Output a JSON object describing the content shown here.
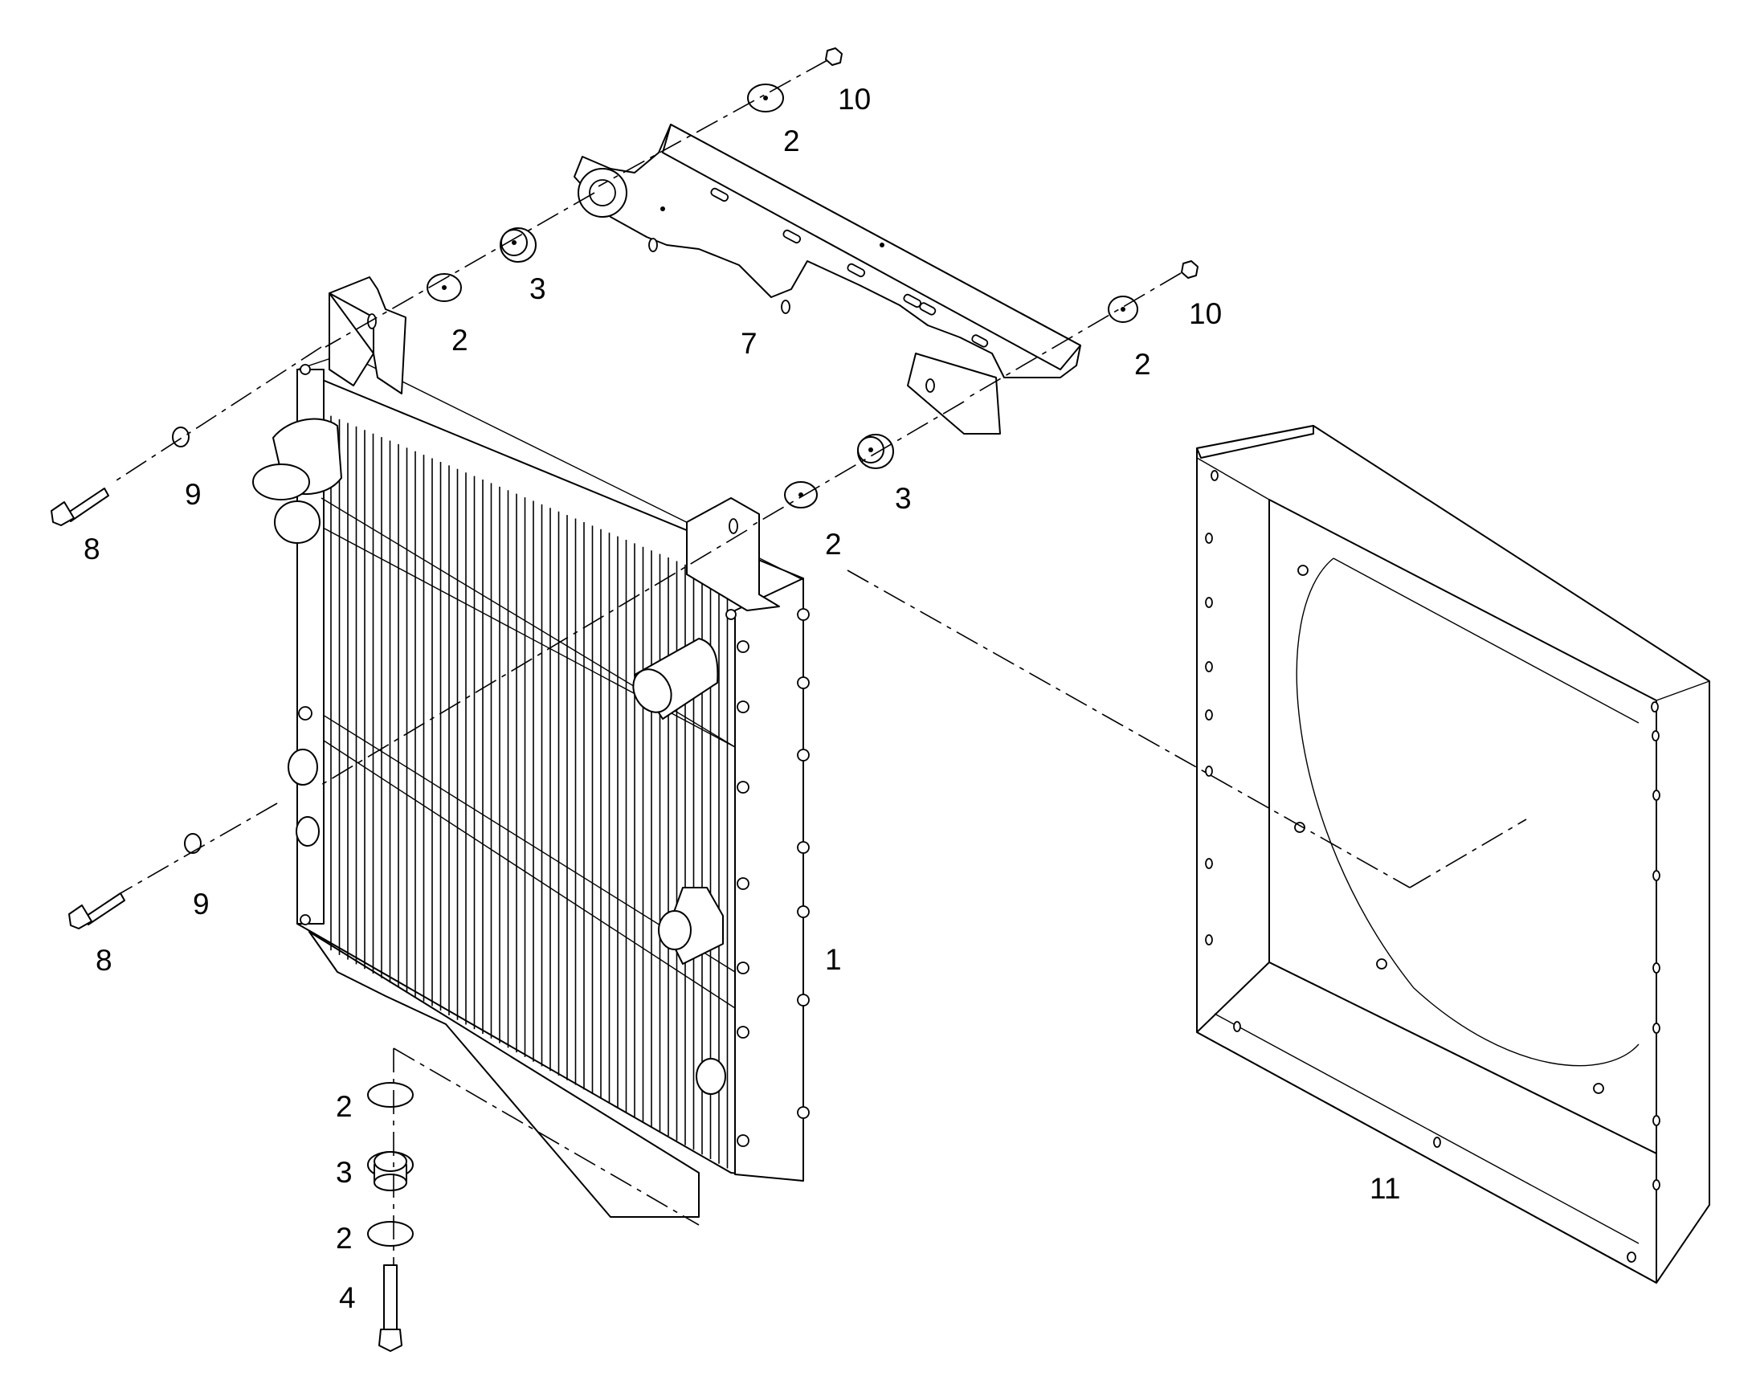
{
  "callouts": [
    {
      "id": "c1",
      "text": "1"
    },
    {
      "id": "c2a",
      "text": "2"
    },
    {
      "id": "c2b",
      "text": "2"
    },
    {
      "id": "c2c",
      "text": "2"
    },
    {
      "id": "c2d",
      "text": "2"
    },
    {
      "id": "c2e",
      "text": "2"
    },
    {
      "id": "c2f",
      "text": "2"
    },
    {
      "id": "c3a",
      "text": "3"
    },
    {
      "id": "c3b",
      "text": "3"
    },
    {
      "id": "c3c",
      "text": "3"
    },
    {
      "id": "c4",
      "text": "4"
    },
    {
      "id": "c7",
      "text": "7"
    },
    {
      "id": "c8a",
      "text": "8"
    },
    {
      "id": "c8b",
      "text": "8"
    },
    {
      "id": "c9a",
      "text": "9"
    },
    {
      "id": "c9b",
      "text": "9"
    },
    {
      "id": "c10a",
      "text": "10"
    },
    {
      "id": "c10b",
      "text": "10"
    },
    {
      "id": "c11",
      "text": "11"
    }
  ]
}
